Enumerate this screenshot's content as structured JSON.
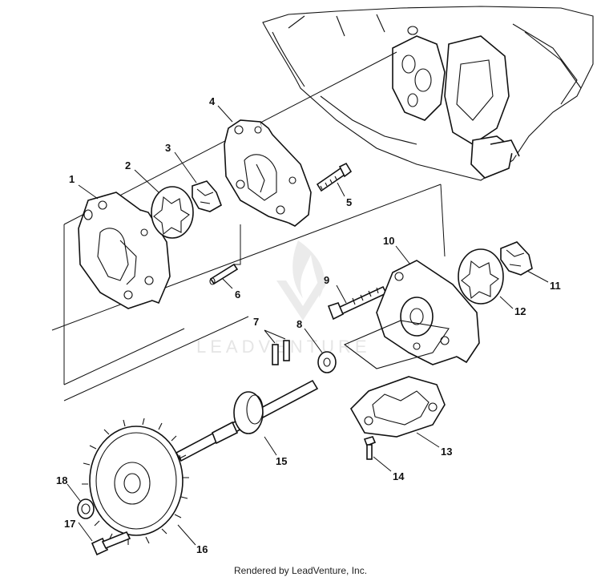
{
  "part_labels": {
    "p1": "1",
    "p2": "2",
    "p3": "3",
    "p4": "4",
    "p5": "5",
    "p6": "6",
    "p7": "7",
    "p8": "8",
    "p9": "9",
    "p10": "10",
    "p11": "11",
    "p12": "12",
    "p13": "13",
    "p14": "14",
    "p15": "15",
    "p16": "16",
    "p17": "17",
    "p18": "18"
  },
  "watermark": "LEADVENTURE",
  "footer": "Rendered by LeadVenture, Inc."
}
